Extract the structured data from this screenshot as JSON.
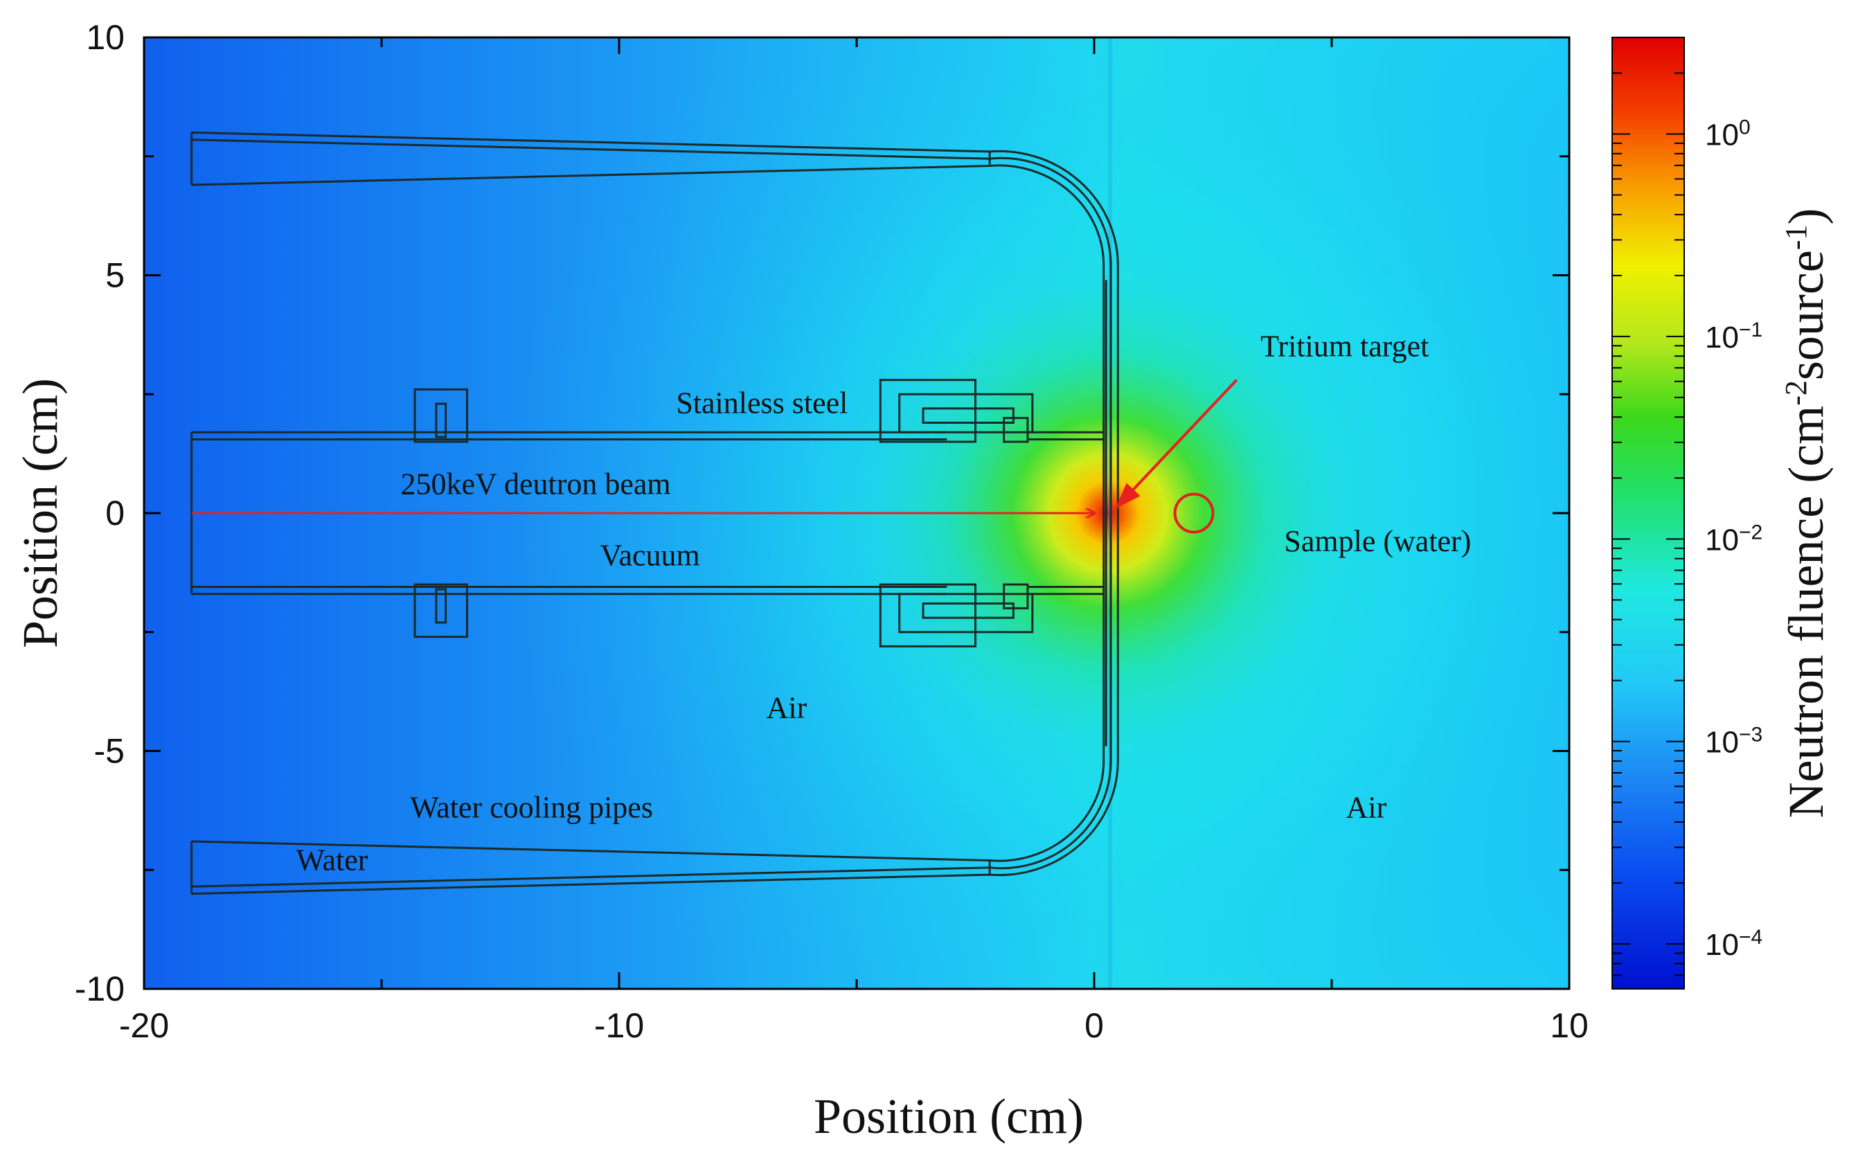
{
  "chart_data": {
    "type": "heatmap",
    "xlabel": "Position (cm)",
    "ylabel": "Position (cm)",
    "xlim": [
      -20,
      10
    ],
    "ylim": [
      -10,
      10
    ],
    "x_ticks": [
      -20,
      -10,
      0,
      10
    ],
    "y_ticks": [
      -10,
      -5,
      0,
      5,
      10
    ],
    "colorbar": {
      "label_main": "Neutron fluence (cm",
      "label_sup1": "-2",
      "label_mid": "source",
      "label_sup2": "-1",
      "label_end": ")",
      "scale": "log",
      "range": [
        6e-05,
        3
      ],
      "ticks": [
        {
          "value": 1,
          "base": "10",
          "exp": "0"
        },
        {
          "value": 0.1,
          "base": "10",
          "exp": "−1"
        },
        {
          "value": 0.01,
          "base": "10",
          "exp": "−2"
        },
        {
          "value": 0.001,
          "base": "10",
          "exp": "−3"
        },
        {
          "value": 0.0001,
          "base": "10",
          "exp": "−4"
        }
      ],
      "colormap": [
        "#0010d0",
        "#0a4cf0",
        "#1c86f4",
        "#22c8f8",
        "#1fe8e0",
        "#22e06a",
        "#3cd81c",
        "#b4e81c",
        "#f0f000",
        "#f8a000",
        "#f44000",
        "#e00000"
      ]
    },
    "source": {
      "x": 0.3,
      "y": 0
    },
    "sample": {
      "x": 2.1,
      "y": 0,
      "radius": 0.4,
      "color": "#e02020"
    },
    "beam": {
      "x_start": -19,
      "x_end": 0,
      "y": 0,
      "color": "#e82020"
    },
    "target_arrow": {
      "from": [
        3,
        2.8
      ],
      "to": [
        0.45,
        0.1
      ],
      "color": "#e82020"
    },
    "annotations": [
      {
        "text": "Tritium target",
        "x": 3.5,
        "y": 3.3
      },
      {
        "text": "Stainless steel",
        "x": -8.8,
        "y": 2.1
      },
      {
        "text": "250keV deutron beam",
        "x": -14.6,
        "y": 0.4
      },
      {
        "text": "Vacuum",
        "x": -10.4,
        "y": -1.1
      },
      {
        "text": "Sample (water)",
        "x": 4,
        "y": -0.8
      },
      {
        "text": "Air",
        "x": -6.9,
        "y": -4.3
      },
      {
        "text": "Air",
        "x": 5.3,
        "y": -6.4
      },
      {
        "text": "Water cooling pipes",
        "x": -14.4,
        "y": -6.4
      },
      {
        "text": "Water",
        "x": -16.8,
        "y": -7.5
      }
    ]
  }
}
